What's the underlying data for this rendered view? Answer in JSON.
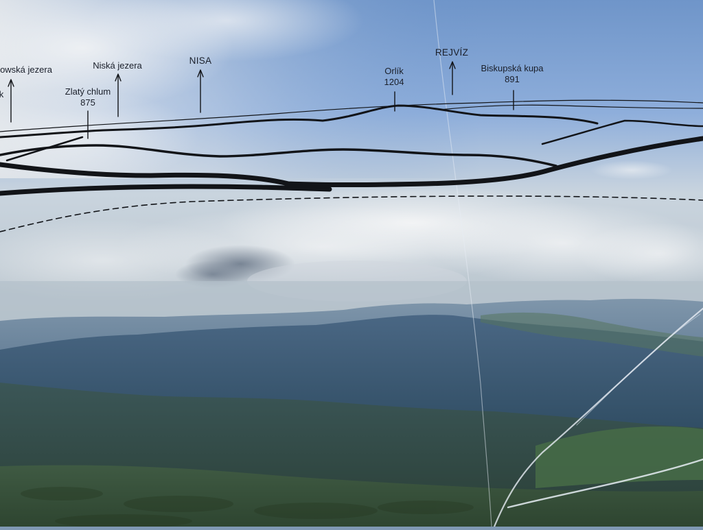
{
  "panorama": {
    "peaks": [
      {
        "id": "wielka-sowia-jezera",
        "name": "owská jezera",
        "elevation": ""
      },
      {
        "id": "zlaty-chlum",
        "name": "Zlatý chlum",
        "elevation": "875"
      },
      {
        "id": "niska-jezera",
        "name": "Niská jezera",
        "elevation": ""
      },
      {
        "id": "nisa",
        "name": "NISA",
        "elevation": ""
      },
      {
        "id": "orlik",
        "name": "Orlík",
        "elevation": "1204"
      },
      {
        "id": "rejviz",
        "name": "REJVÍZ",
        "elevation": ""
      },
      {
        "id": "biskupska-kupa",
        "name": "Biskupská kupa",
        "elevation": "891"
      }
    ],
    "edge_fragment": "k"
  },
  "colors": {
    "sky_top": "#3f6fb1",
    "sky_mid": "#9cb6d6",
    "cloud": "#e9edf1",
    "hills_far": "#6f8aa3",
    "hills_mid": "#3d5a72",
    "hills_near": "#2f4a45",
    "ground": "#3e5a3c",
    "line_ink": "#121418"
  }
}
